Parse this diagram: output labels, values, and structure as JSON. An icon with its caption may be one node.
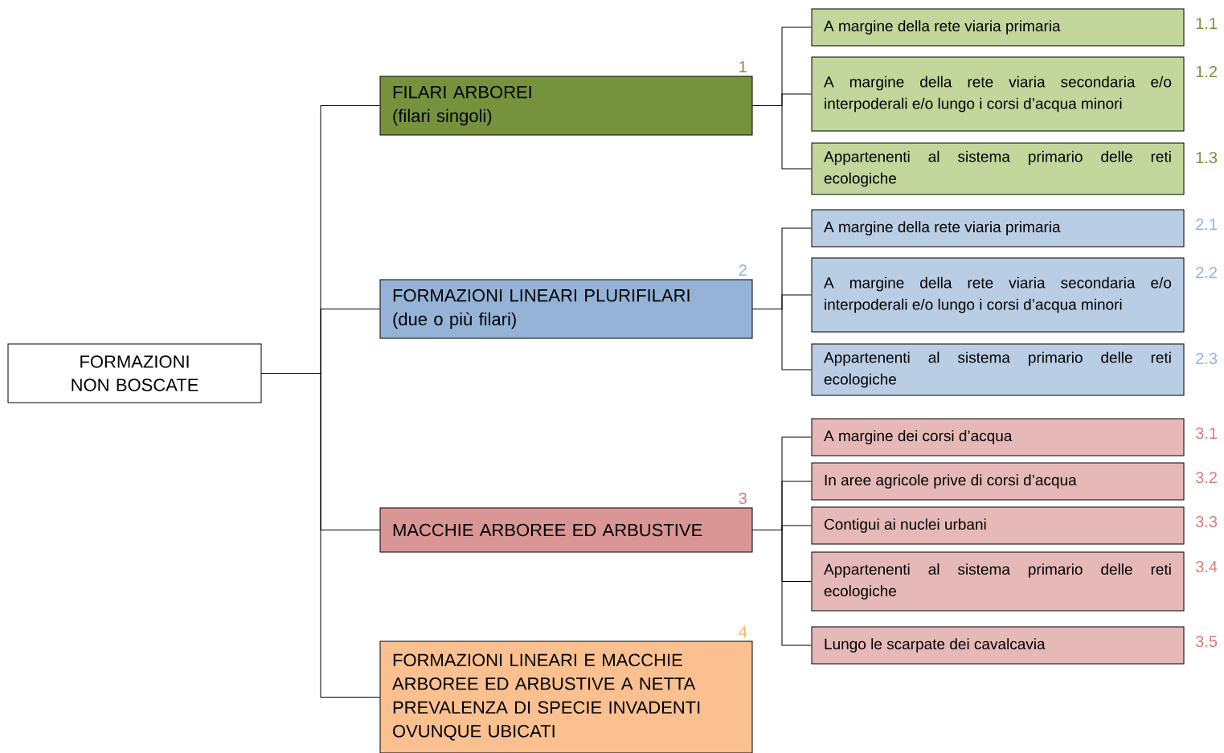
{
  "diagram": {
    "nodes": [
      {
        "text": [
          "FORMAZIONI NON BOSCATE"
        ]
      },
      {
        "text": [
          "FILARI ARBOREI",
          "(filari singoli)"
        ],
        "beside": [
          "1"
        ]
      },
      {
        "text": [
          "FORMAZIONI LINEARI PLURIFILARI",
          "(due o più filari)"
        ],
        "beside": [
          "2"
        ]
      },
      {
        "text": [
          "MACCHIE ARBOREE ED ARBUSTIVE"
        ],
        "beside": [
          "3"
        ]
      },
      {
        "text": [
          "FORMAZIONI LINEARI E MACCHIE ARBOREE ED ARBUSTIVE A NETTA PREVALENZA DI SPECIE INVADENTI OVUNQUE UBICATI"
        ],
        "beside": [
          "4"
        ]
      },
      {
        "text": [
          "A margine della rete viaria primaria"
        ],
        "beside": [
          "1.1"
        ]
      },
      {
        "text": [
          "A margine della rete viaria secondaria e/o interpoderali e/o lungo i corsi d’acqua minori"
        ],
        "beside": [
          "1.2"
        ]
      },
      {
        "text": [
          "Appartenenti al sistema primario delle reti ecologiche"
        ],
        "beside": [
          "1.3"
        ]
      },
      {
        "text": [
          "A margine della rete viaria primaria"
        ],
        "beside": [
          "2.1"
        ]
      },
      {
        "text": [
          "A margine della rete viaria secondaria e/o interpoderali e/o lungo i corsi d’acqua minori"
        ],
        "beside": [
          "2.2"
        ]
      },
      {
        "text": [
          "Appartenenti al sistema primario delle reti ecologiche"
        ],
        "beside": [
          "2.3"
        ]
      },
      {
        "text": [
          "A margine dei corsi d’acqua"
        ],
        "beside": [
          "3.1"
        ]
      },
      {
        "text": [
          "In aree agricole prive di corsi d’acqua"
        ],
        "beside": [
          "3.2"
        ]
      },
      {
        "text": [
          "Contigui ai nuclei urbani"
        ],
        "beside": [
          "3.3"
        ]
      },
      {
        "text": [
          "Appartenenti al sistema primario delle reti ecologiche"
        ],
        "beside": [
          "3.4"
        ]
      },
      {
        "text": [
          "Lungo le scarpate dei cavalcavia"
        ],
        "beside": [
          "3.5"
        ]
      }
    ],
    "edges": [
      {
        "from": 0,
        "to": 1,
        "arrow": "none"
      },
      {
        "from": 0,
        "to": 2,
        "arrow": "none"
      },
      {
        "from": 0,
        "to": 3,
        "arrow": "none"
      },
      {
        "from": 0,
        "to": 4,
        "arrow": "none"
      },
      {
        "from": 1,
        "to": 5,
        "arrow": "none"
      },
      {
        "from": 1,
        "to": 6,
        "arrow": "none"
      },
      {
        "from": 1,
        "to": 7,
        "arrow": "none"
      },
      {
        "from": 2,
        "to": 8,
        "arrow": "none"
      },
      {
        "from": 2,
        "to": 9,
        "arrow": "none"
      },
      {
        "from": 2,
        "to": 10,
        "arrow": "none"
      },
      {
        "from": 3,
        "to": 11,
        "arrow": "none"
      },
      {
        "from": 3,
        "to": 12,
        "arrow": "none"
      },
      {
        "from": 3,
        "to": 13,
        "arrow": "none"
      },
      {
        "from": 3,
        "to": 14,
        "arrow": "none"
      },
      {
        "from": 3,
        "to": 15,
        "arrow": "none"
      }
    ]
  }
}
